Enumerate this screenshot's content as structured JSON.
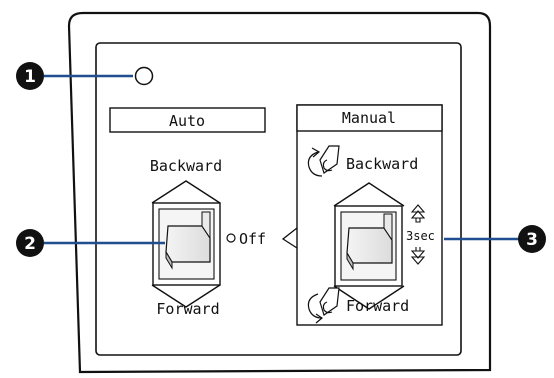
{
  "callouts": [
    "1",
    "2",
    "3"
  ],
  "auto_panel": {
    "title": "Auto",
    "backward_label": "Backward",
    "forward_label": "Forward",
    "off_label": "Off"
  },
  "manual_panel": {
    "title": "Manual",
    "backward_label": "Backward",
    "forward_label": "Forward",
    "hold_time_label": "3sec"
  },
  "colors": {
    "outline": "#111111",
    "callout_fill": "#111111",
    "callout_text": "#ffffff",
    "background": "#ffffff"
  },
  "icons": [
    "indicator-lamp-icon",
    "toggle-switch-icon",
    "rotate-backward-icon",
    "rotate-forward-icon",
    "double-arrow-up-icon",
    "double-arrow-down-icon"
  ]
}
